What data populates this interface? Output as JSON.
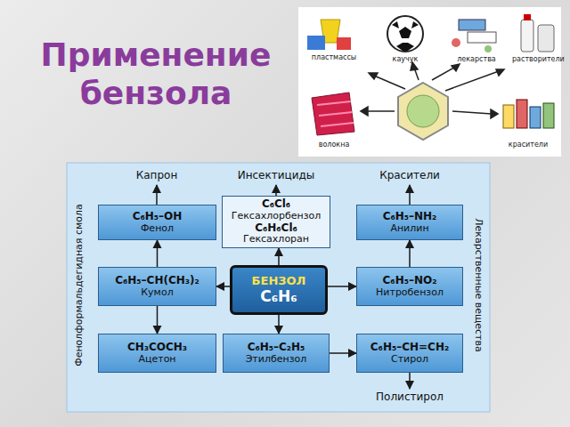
{
  "diagram": {
    "title": "Применение бензола",
    "nodes": [
      {
        "text": [
          "Капрон"
        ]
      },
      {
        "text": [
          "Инсектициды"
        ]
      },
      {
        "text": [
          "Красители"
        ]
      },
      {
        "text": [
          "C₆H₅–OH",
          "Фенол"
        ]
      },
      {
        "text": [
          "C₆Cl₆",
          "Гексахлорбензол",
          "C₆H₆Cl₆",
          "Гексахлоран"
        ]
      },
      {
        "text": [
          "C₆H₅–NH₂",
          "Анилин"
        ]
      },
      {
        "text": [
          "C₆H₅–CH(CH₃)₂",
          "Кумол"
        ]
      },
      {
        "text": [
          "БЕНЗОЛ",
          "C₆H₆"
        ]
      },
      {
        "text": [
          "C₆H₅–NO₂",
          "Нитробензол"
        ]
      },
      {
        "text": [
          "CH₃COCH₃",
          "Ацетон"
        ]
      },
      {
        "text": [
          "C₆H₅–C₂H₅",
          "Этилбензол"
        ]
      },
      {
        "text": [
          "C₆H₅–CH=CH₂",
          "Стирол"
        ]
      },
      {
        "text": [
          "Полистирол"
        ]
      }
    ],
    "edges": [
      {
        "from": 3,
        "to": 0,
        "arrow": "to"
      },
      {
        "from": 4,
        "to": 1,
        "arrow": "to"
      },
      {
        "from": 5,
        "to": 2,
        "arrow": "to"
      },
      {
        "from": 7,
        "to": 4,
        "arrow": "to"
      },
      {
        "from": 7,
        "to": 8,
        "arrow": "to"
      },
      {
        "from": 8,
        "to": 5,
        "arrow": "to"
      },
      {
        "from": 7,
        "to": 6,
        "arrow": "to"
      },
      {
        "from": 6,
        "to": 3,
        "arrow": "to"
      },
      {
        "from": 6,
        "to": 9,
        "arrow": "to"
      },
      {
        "from": 7,
        "to": 10,
        "arrow": "to"
      },
      {
        "from": 10,
        "to": 11,
        "arrow": "to"
      },
      {
        "from": 11,
        "to": 12,
        "arrow": "to"
      }
    ],
    "labels": [
      "пластмассы",
      "каучук",
      "лекарства",
      "растворители",
      "волокна",
      "красители",
      "Фенолформальдегидная смола",
      "Лекарственные вещества"
    ]
  }
}
